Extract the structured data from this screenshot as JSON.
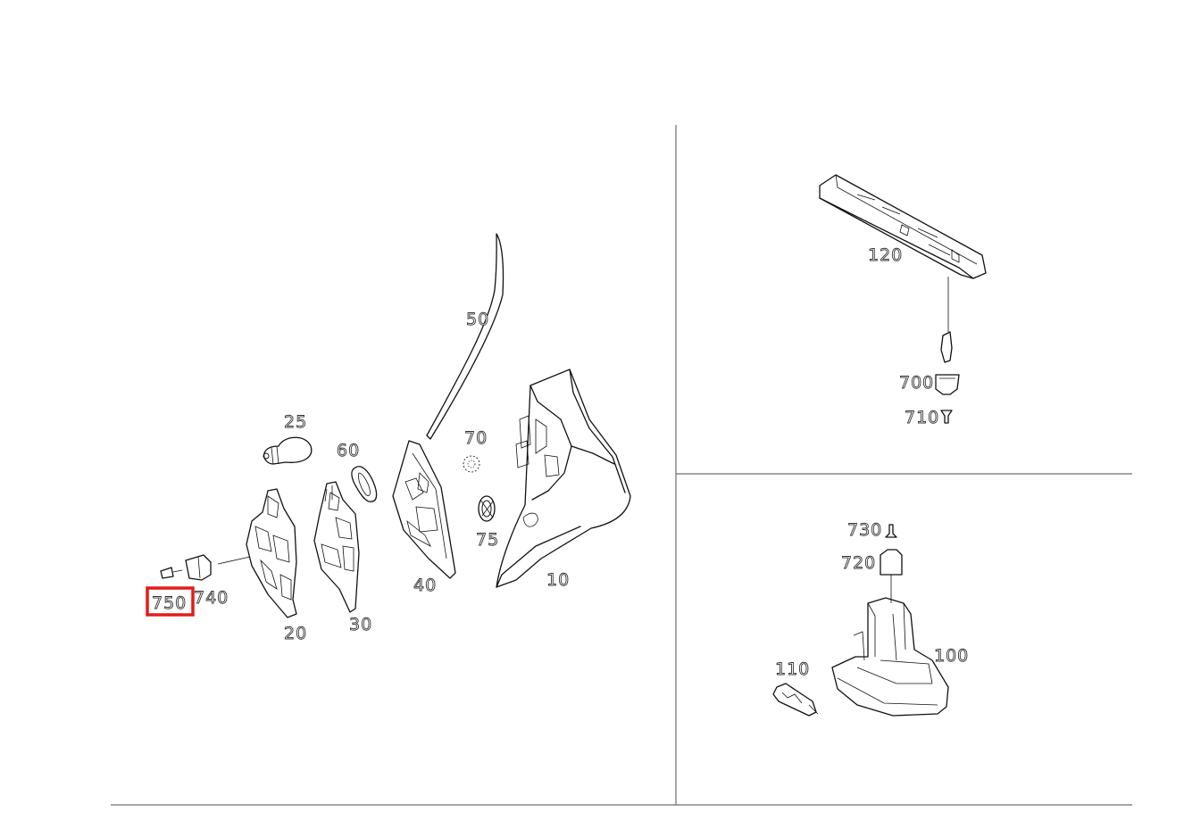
{
  "labels": {
    "p10": "10",
    "p20": "20",
    "p25": "25",
    "p30": "30",
    "p40": "40",
    "p50": "50",
    "p60": "60",
    "p70": "70",
    "p75": "75",
    "p740": "740",
    "p750": "750",
    "p100": "100",
    "p110": "110",
    "p120": "120",
    "p700": "700",
    "p710": "710",
    "p720": "720",
    "p730": "730"
  },
  "highlight": {
    "part": "750",
    "color": "#e41b1b"
  }
}
